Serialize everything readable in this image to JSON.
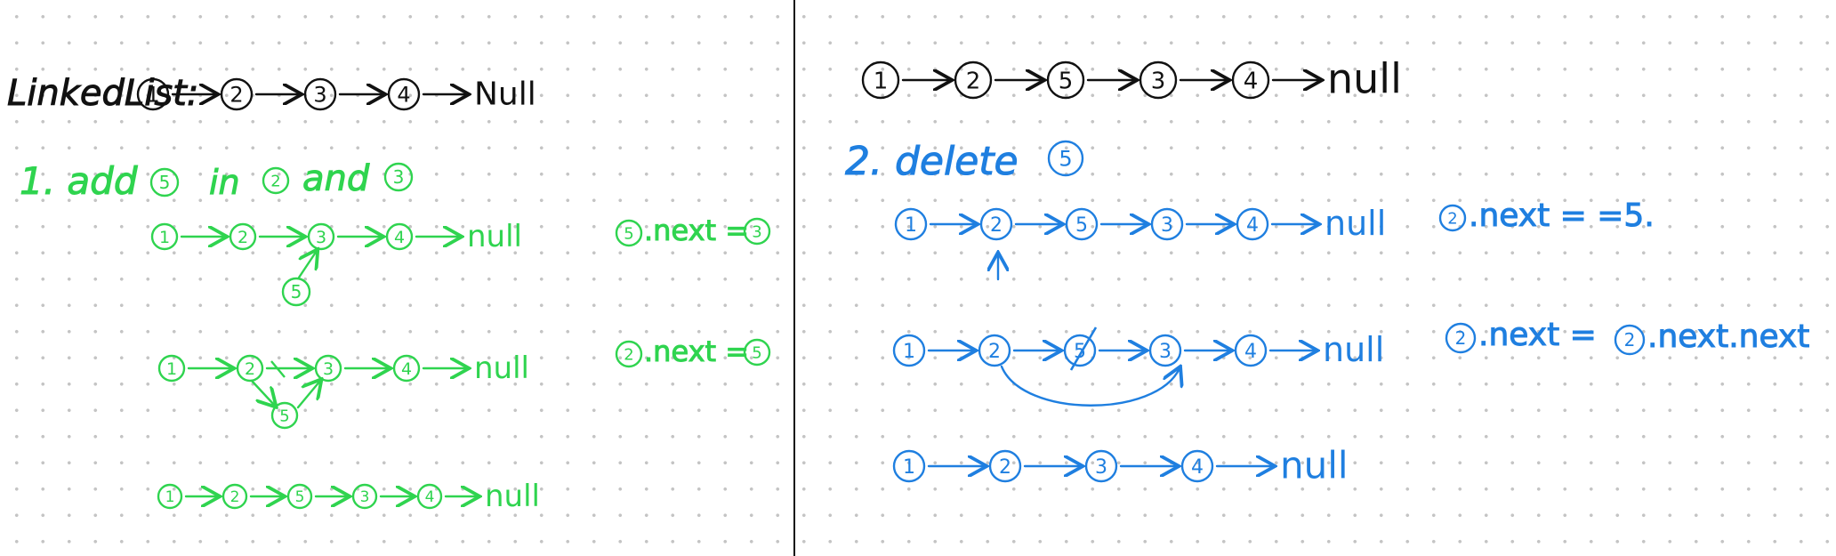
{
  "colors": {
    "black": "#111111",
    "green": "#2fd44f",
    "blue": "#1f7fe0",
    "dot": "#c4c4c4"
  },
  "left": {
    "title_label": "LinkedList:",
    "title_chain": {
      "nodes": [
        "1",
        "2",
        "3",
        "4"
      ],
      "end": "Null"
    },
    "step1": {
      "label": "1. add",
      "node_new": "5",
      "word_in": "in",
      "node_a": "2",
      "word_and": "and",
      "node_b": "3"
    },
    "chain_a": {
      "nodes": [
        "1",
        "2",
        "3",
        "4"
      ],
      "end": "null",
      "inserted": "5",
      "note_node": "5",
      "note_rest": ".next =",
      "note_target": "3"
    },
    "chain_b": {
      "nodes": [
        "1",
        "2",
        "3",
        "4"
      ],
      "end": "null",
      "inserted": "5",
      "note_node": "2",
      "note_rest": ".next =",
      "note_target": "5"
    },
    "chain_c": {
      "nodes": [
        "1",
        "2",
        "5",
        "3",
        "4"
      ],
      "end": "null"
    }
  },
  "right": {
    "top_chain": {
      "nodes": [
        "1",
        "2",
        "5",
        "3",
        "4"
      ],
      "end": "null"
    },
    "step2": {
      "label": "2. delete",
      "node": "5"
    },
    "chain_a": {
      "nodes": [
        "1",
        "2",
        "5",
        "3",
        "4"
      ],
      "end": "null",
      "note_node": "2",
      "note_rest": ".next = =5."
    },
    "chain_b": {
      "nodes": [
        "1",
        "2",
        "5",
        "3",
        "4"
      ],
      "end": "null",
      "note_node": "2",
      "note_mid": ".next =",
      "note_node2": "2",
      "note_rest": ".next.next"
    },
    "chain_c": {
      "nodes": [
        "1",
        "2",
        "3",
        "4"
      ],
      "end": "null"
    }
  }
}
